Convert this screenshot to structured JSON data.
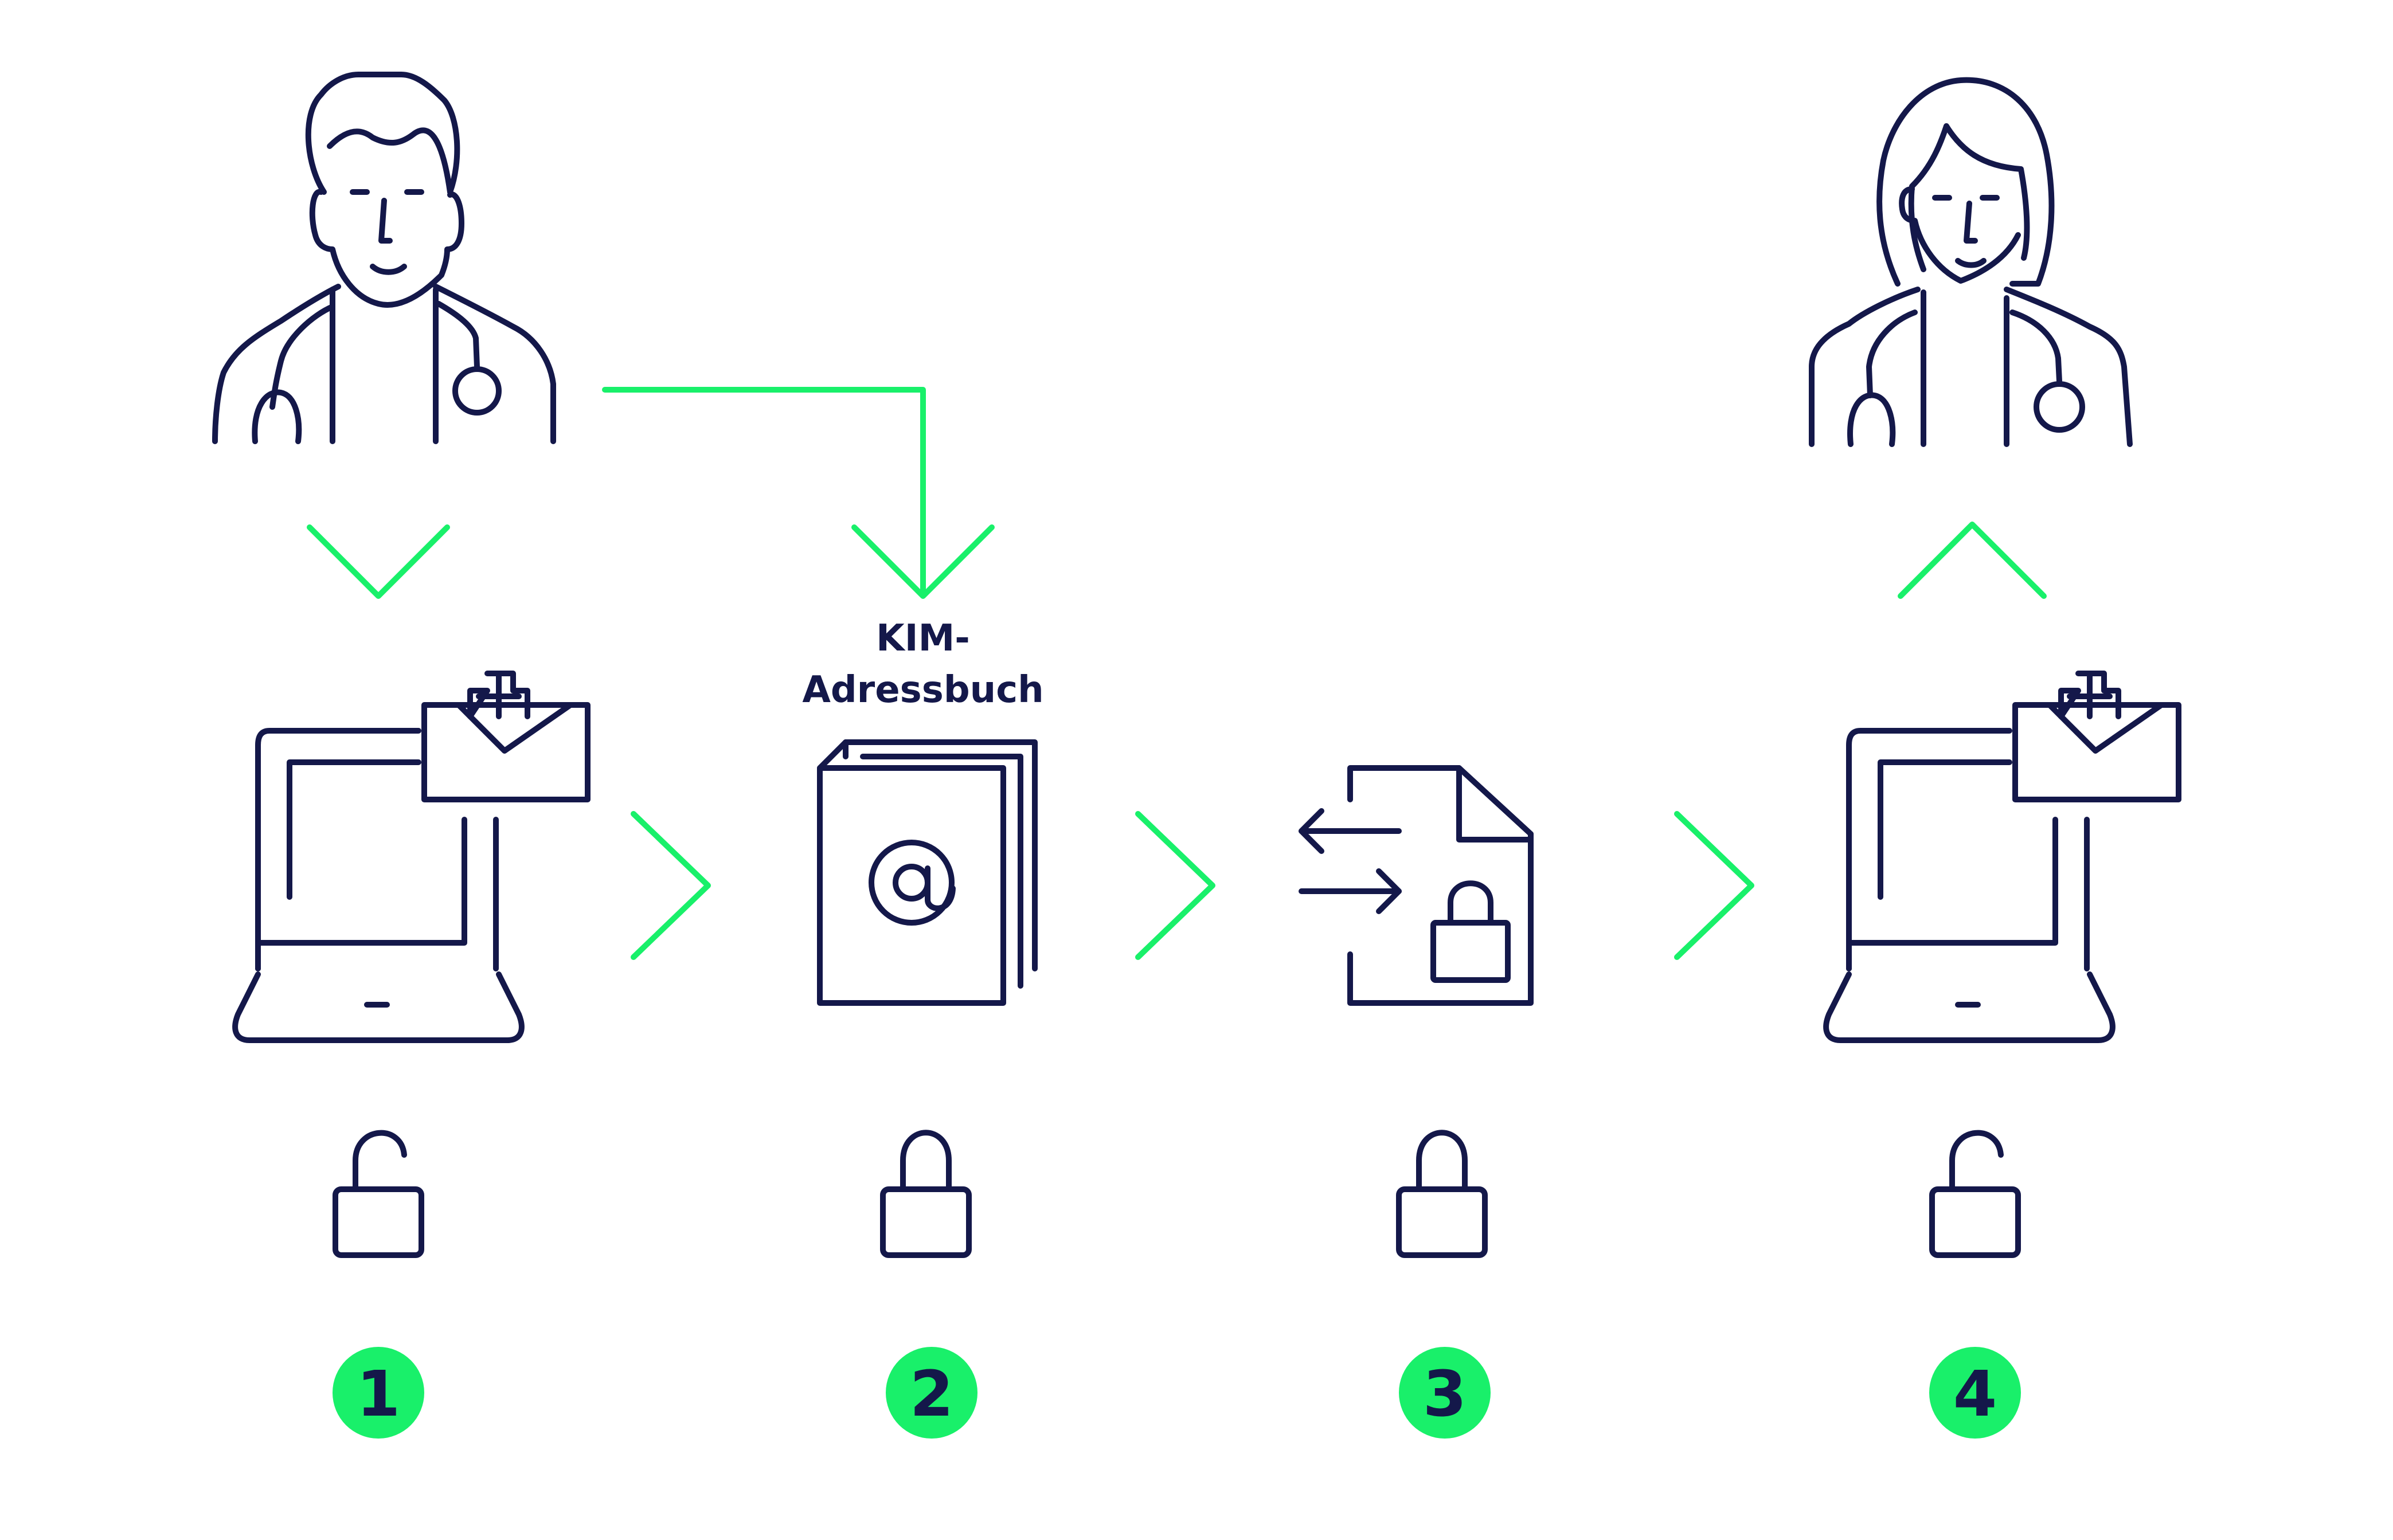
{
  "colors": {
    "navy": "#14184a",
    "green": "#19f06a",
    "background": "#ffffff"
  },
  "addressbook": {
    "label_line1": "KIM-",
    "label_line2": "Adressbuch"
  },
  "steps": [
    {
      "number": "1"
    },
    {
      "number": "2"
    },
    {
      "number": "3"
    },
    {
      "number": "4"
    }
  ],
  "icons": {
    "sender": "male-doctor-icon",
    "receiver": "female-doctor-icon",
    "sender_device": "laptop-medical-mail-icon",
    "addressbook": "address-book-at-icon",
    "transfer": "encrypted-document-transfer-icon",
    "receiver_device": "laptop-medical-mail-icon",
    "locks": [
      "unlocked-padlock-icon",
      "locked-padlock-icon",
      "locked-padlock-icon",
      "unlocked-padlock-icon"
    ]
  }
}
